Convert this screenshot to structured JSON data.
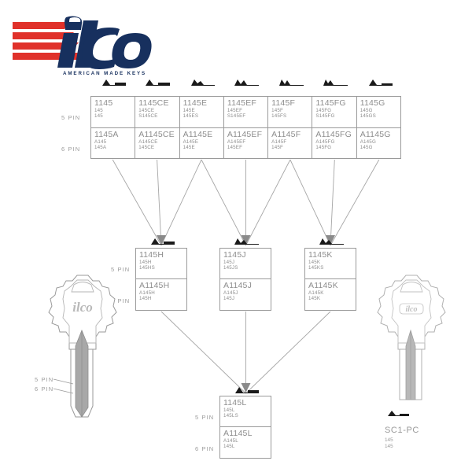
{
  "brand": {
    "name": "ilco",
    "tagline": "AMERICAN MADE KEYS",
    "stripe_color": "#e0312a",
    "text_color": "#17305e"
  },
  "row_labels": {
    "five_pin": "5 PIN",
    "six_pin": "6 PIN"
  },
  "main_table": {
    "columns": [
      {
        "keyway_icon": "keyway-profile-icon",
        "five_pin": {
          "code": "1145",
          "alt1": "145",
          "alt2": "145"
        },
        "six_pin": {
          "code": "1145A",
          "alt1": "A145",
          "alt2": "145A"
        }
      },
      {
        "keyway_icon": "keyway-profile-icon",
        "five_pin": {
          "code": "1145CE",
          "alt1": "145CE",
          "alt2": "S145CE"
        },
        "six_pin": {
          "code": "A1145CE",
          "alt1": "A145CE",
          "alt2": "145CE"
        }
      },
      {
        "keyway_icon": "keyway-profile-icon",
        "five_pin": {
          "code": "1145E",
          "alt1": "145E",
          "alt2": "145ES"
        },
        "six_pin": {
          "code": "A1145E",
          "alt1": "A145E",
          "alt2": "145E"
        }
      },
      {
        "keyway_icon": "keyway-profile-icon",
        "five_pin": {
          "code": "1145EF",
          "alt1": "145EF",
          "alt2": "S145EF"
        },
        "six_pin": {
          "code": "A1145EF",
          "alt1": "A145EF",
          "alt2": "145EF"
        }
      },
      {
        "keyway_icon": "keyway-profile-icon",
        "five_pin": {
          "code": "1145F",
          "alt1": "145F",
          "alt2": "145FS"
        },
        "six_pin": {
          "code": "A1145F",
          "alt1": "A145F",
          "alt2": "145F"
        }
      },
      {
        "keyway_icon": "keyway-profile-icon",
        "five_pin": {
          "code": "1145FG",
          "alt1": "145FG",
          "alt2": "S145FG"
        },
        "six_pin": {
          "code": "A1145FG",
          "alt1": "A145FG",
          "alt2": "145FG"
        }
      },
      {
        "keyway_icon": "keyway-profile-icon",
        "five_pin": {
          "code": "1145G",
          "alt1": "145G",
          "alt2": "145GS"
        },
        "six_pin": {
          "code": "A1145G",
          "alt1": "A145G",
          "alt2": "145G"
        }
      }
    ]
  },
  "mid_nodes": [
    {
      "keyway_icon": "keyway-profile-icon",
      "five_pin": {
        "code": "1145H",
        "alt1": "145H",
        "alt2": "145HS"
      },
      "six_pin": {
        "code": "A1145H",
        "alt1": "A145H",
        "alt2": "145H"
      }
    },
    {
      "keyway_icon": "keyway-profile-icon",
      "five_pin": {
        "code": "1145J",
        "alt1": "145J",
        "alt2": "145JS"
      },
      "six_pin": {
        "code": "A1145J",
        "alt1": "A145J",
        "alt2": "145J"
      }
    },
    {
      "keyway_icon": "keyway-profile-icon",
      "five_pin": {
        "code": "1145K",
        "alt1": "145K",
        "alt2": "145KS"
      },
      "six_pin": {
        "code": "A1145K",
        "alt1": "A145K",
        "alt2": "145K"
      }
    }
  ],
  "bottom_node": {
    "keyway_icon": "keyway-profile-icon",
    "five_pin": {
      "code": "1145L",
      "alt1": "145L",
      "alt2": "145LS"
    },
    "six_pin": {
      "code": "A1145L",
      "alt1": "A145L",
      "alt2": "145L"
    }
  },
  "left_key": {
    "bow_mark": "ilco",
    "five_pin_label": "5 PIN",
    "six_pin_label": "6 PIN"
  },
  "right_key": {
    "bow_mark": "ilco",
    "keyway_icon": "keyway-profile-icon",
    "code": "SC1-PC",
    "alt1": "145",
    "alt2": "145"
  }
}
